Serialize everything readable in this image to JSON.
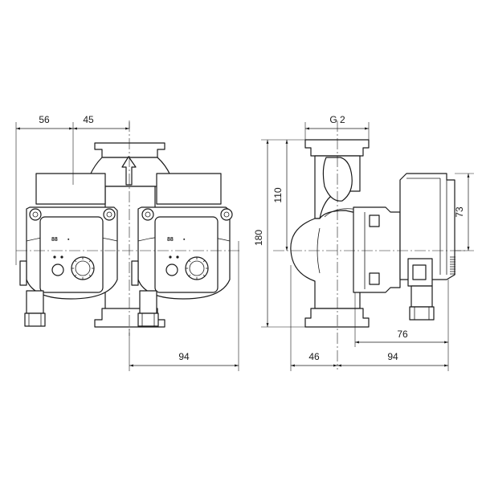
{
  "dimensions": {
    "front_width_left": "56",
    "front_width_offset": "45",
    "front_width_right": "94",
    "side_connection": "G 2",
    "side_height_total": "180",
    "side_height_upper": "110",
    "side_height_motor": "73",
    "side_depth_front": "46",
    "side_depth_back": "94",
    "side_depth_motor": "76"
  },
  "display_digits": "88"
}
